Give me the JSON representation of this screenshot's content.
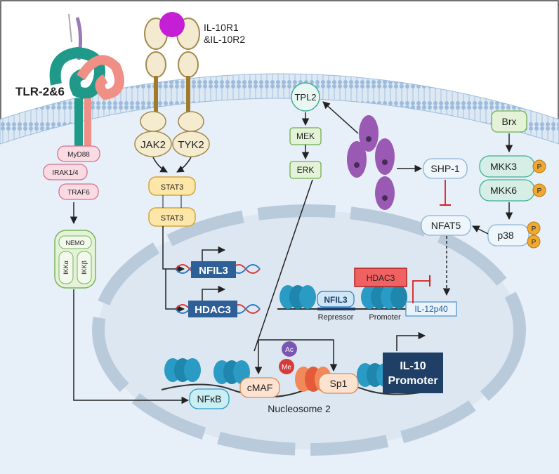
{
  "receptors": {
    "tlr": "TLR-2&6",
    "il10r_line1": "IL-10R1",
    "il10r_line2": "&IL-10R2"
  },
  "kinases": {
    "jak2": "JAK2",
    "tyk2": "TYK2",
    "stat3_a": "STAT3",
    "stat3_b": "STAT3"
  },
  "tlr_pathway": {
    "myd88": "MyD88",
    "irak": "IRAK1/4",
    "traf6": "TRAF6",
    "nemo": "NEMO",
    "ikka": "IKKα",
    "ikkb": "IKKβ"
  },
  "mapk": {
    "tpl2": "TPL2",
    "mek": "MEK",
    "erk": "ERK"
  },
  "right_pathway": {
    "shp1": "SHP-1",
    "brx": "Brx",
    "mkk3": "MKK3",
    "mkk6": "MKK6",
    "p38": "p38",
    "nfat5": "NFAT5",
    "p": "P"
  },
  "nucleus": {
    "nfil3_gene": "NFIL3",
    "hdac3_gene": "HDAC3",
    "nfil3_protein": "NFIL3",
    "hdac3_protein": "HDAC3",
    "repressor": "Repressor",
    "promoter": "Promoter",
    "il12p40": "IL-12p40",
    "nfkb": "NFκB",
    "cmaf": "cMAF",
    "sp1": "Sp1",
    "ac": "Ac",
    "me": "Me",
    "il10_line1": "IL-10",
    "il10_line2": "Promoter",
    "nucleosome": "Nucleosome 2"
  },
  "colors": {
    "membrane": "#8fb3d4",
    "cytoplasm": "#e7eff8",
    "nucleus_outline": "#b9cadb",
    "gene_box": "#2f5f97",
    "il10_box": "#1f3f66",
    "nucleosome": "#2a9bc4",
    "parasite": "#9a5ab3",
    "ligand": "#c41fd4"
  }
}
